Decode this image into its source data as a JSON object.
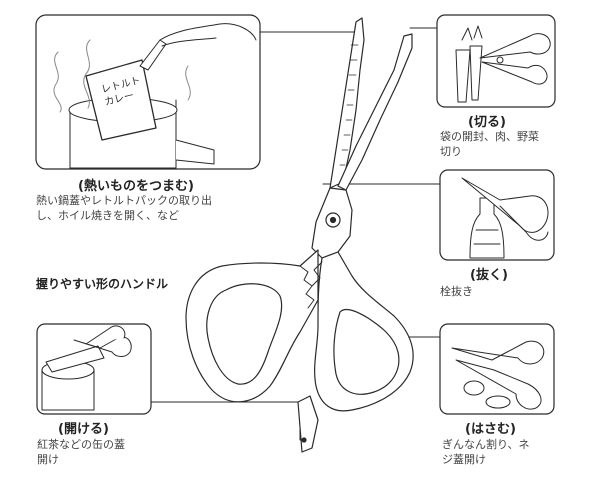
{
  "panels": {
    "grab": {
      "title": "(熱いものをつまむ)",
      "desc_line1": "熱い鍋蓋やレトルトパックの取り出",
      "desc_line2": "し、ホイル焼きを開く、など",
      "pouch_line1": "レトルト",
      "pouch_line2": "カレー"
    },
    "cut": {
      "title": "(切る)",
      "desc_line1": "袋の開封、肉、野菜",
      "desc_line2": "切り"
    },
    "pull": {
      "title": "(抜く)",
      "desc_line1": "栓抜き"
    },
    "open": {
      "title": "(開ける)",
      "desc_line1": "紅茶などの缶の蓋",
      "desc_line2": "開け"
    },
    "pinch": {
      "title": "(はさむ)",
      "desc_line1": "ぎんなん割り、ネ",
      "desc_line2": "ジ蓋開け"
    }
  },
  "handle_label": "握りやすい形のハンドル",
  "colors": {
    "line": "#2a2a2a",
    "fill": "#ffffff",
    "dark": "#333333"
  }
}
